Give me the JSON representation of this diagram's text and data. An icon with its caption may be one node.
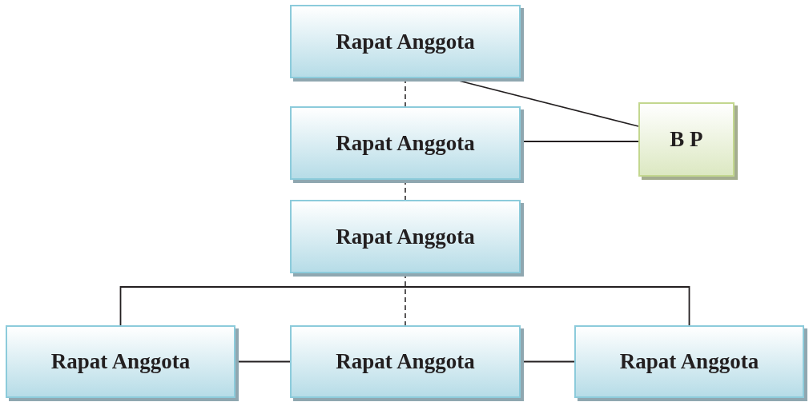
{
  "diagram": {
    "nodes": [
      {
        "text": [
          "Rapat Anggota"
        ]
      },
      {
        "text": [
          "Rapat Anggota"
        ]
      },
      {
        "text": [
          "Rapat Anggota"
        ]
      },
      {
        "text": [
          "B P"
        ]
      },
      {
        "text": [
          "Rapat Anggota"
        ]
      },
      {
        "text": [
          "Rapat Anggota"
        ]
      },
      {
        "text": [
          "Rapat Anggota"
        ]
      }
    ],
    "edges": [
      {
        "from": 0,
        "to": 1,
        "arrow": "none",
        "style": "dashed"
      },
      {
        "from": 1,
        "to": 2,
        "arrow": "none",
        "style": "dashed"
      },
      {
        "from": 2,
        "to": 5,
        "arrow": "none",
        "style": "dashed"
      },
      {
        "from": 0,
        "to": 3,
        "arrow": "none"
      },
      {
        "from": 1,
        "to": 3,
        "arrow": "none"
      },
      {
        "from": 4,
        "to": 6,
        "arrow": "none"
      },
      {
        "from": 4,
        "to": 5,
        "arrow": "none"
      },
      {
        "from": 5,
        "to": 6,
        "arrow": "none"
      }
    ]
  }
}
